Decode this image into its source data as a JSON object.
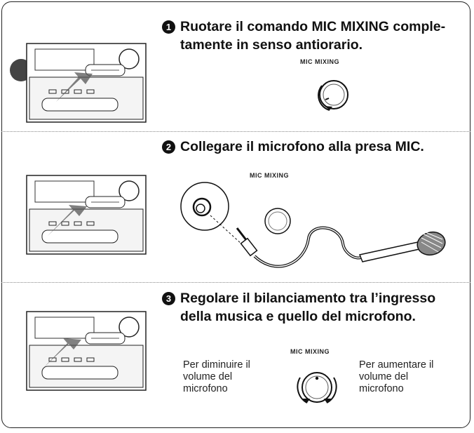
{
  "steps": [
    {
      "number": "1",
      "text_line1": "Ruotare il comando MIC MIXING comple-",
      "text_line2": "tamente in senso antiorario."
    },
    {
      "number": "2",
      "text_line1": "Collegare il microfono alla presa MIC."
    },
    {
      "number": "3",
      "text_line1": "Regolare il bilanciamento tra l’ingresso",
      "text_line2": "della musica e quello del microfono."
    }
  ],
  "labels": {
    "mic_mixing": "MIC MIXING"
  },
  "step3": {
    "decrease_text": "Per diminuire il volume del microfono",
    "increase_text": "Per aumentare il volume del microfono"
  }
}
